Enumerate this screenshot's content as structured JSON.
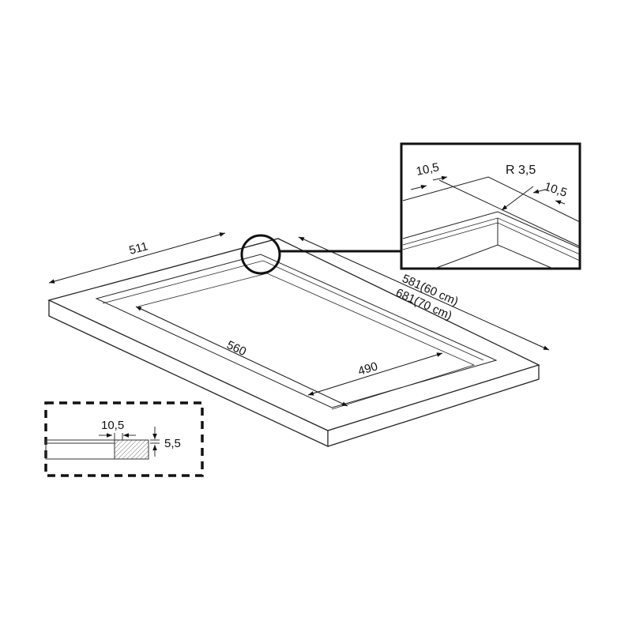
{
  "dimensions": {
    "width_511": "511",
    "length": "581(60 cm)",
    "length_alt": "681(70 cm)",
    "inner_560": "560",
    "inner_490": "490"
  },
  "detail_zoom": {
    "rim_left": "10,5",
    "radius": "R 3,5",
    "rim_right": "10,5"
  },
  "section_detail": {
    "rim_width": "10,5",
    "rim_height": "5,5"
  }
}
